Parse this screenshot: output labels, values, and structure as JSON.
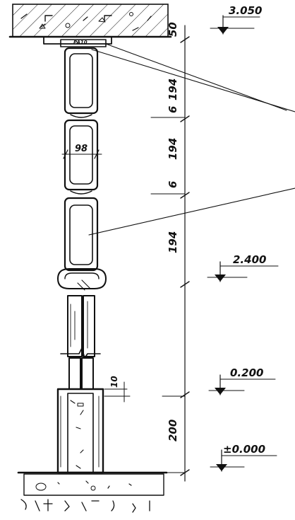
{
  "elevations": {
    "top": "3.050",
    "mid": "2.400",
    "low": "0.200",
    "ground": "±0.000"
  },
  "dimensions": {
    "d_top": "50",
    "d_194_a": "194",
    "d_6_a": "6",
    "d_194_b": "194",
    "d_6_b": "6",
    "d_194_c": "194",
    "d_10": "10",
    "d_200": "200",
    "width_98": "98"
  },
  "labels": {
    "lintel_tag": "PA10"
  },
  "colors": {
    "ink": "#111111",
    "paper": "#ffffff"
  }
}
